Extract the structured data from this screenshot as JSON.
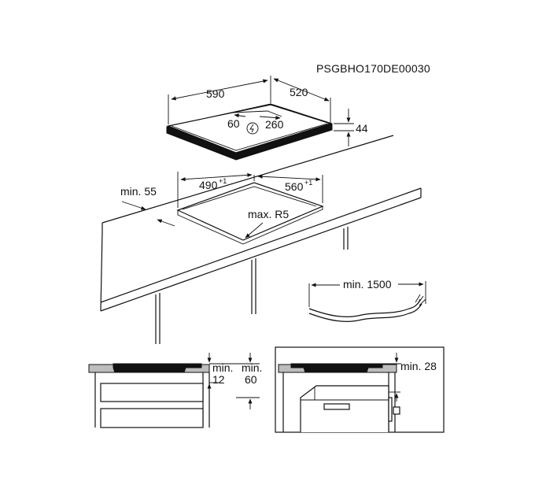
{
  "doc_code": "PSGBHO170DE00030",
  "hob": {
    "width": "590",
    "depth": "520",
    "height": "44",
    "conn_left": "60",
    "conn_right": "260",
    "power_icon": "lightning-in-circle-icon"
  },
  "cutout": {
    "min_edge": "min. 55",
    "width": "490",
    "width_tol": "+1",
    "depth": "560",
    "depth_tol": "+1",
    "radius": "max. R5"
  },
  "cable": {
    "length": "min. 1500"
  },
  "install_left": {
    "gap_label": "min.",
    "gap_value": "12",
    "clearance_label": "min.",
    "clearance_value": "60"
  },
  "install_right": {
    "clearance": "min. 28"
  }
}
